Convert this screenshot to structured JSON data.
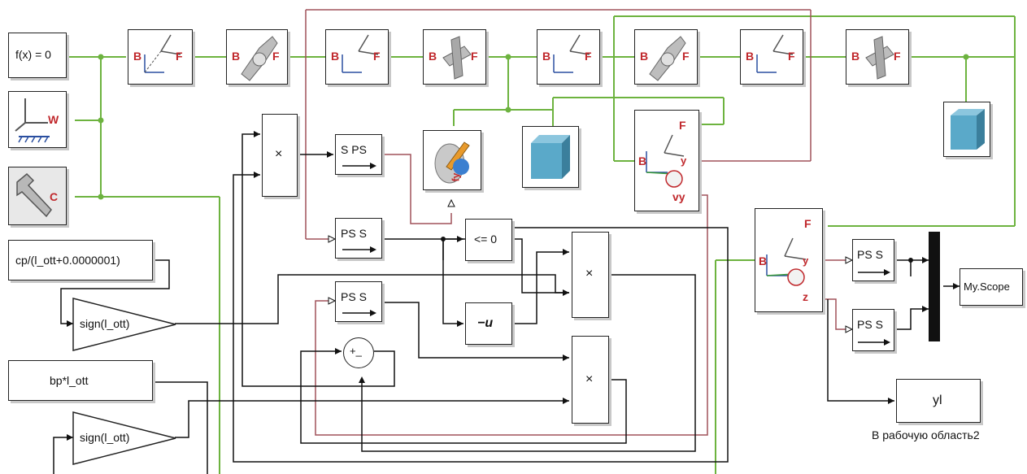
{
  "blocks": {
    "solver": "f(x) = 0",
    "world_port": "W",
    "config_port": "C",
    "const1": "cp/(l_ott+0.0000001)",
    "sign1": "sign(l_ott)",
    "const2": "bp*l_ott",
    "sign2": "sign(l_ott)",
    "port_b": "B",
    "port_f": "F",
    "product": "×",
    "ps_s": "PS S",
    "s_ps": "S PS",
    "compare": "<= 0",
    "gain": "−u",
    "sum_signs": "+_",
    "force_label": "fy",
    "sensor_vy": "vy",
    "sensor_y": "y",
    "sensor_z": "z",
    "scope": "My.Scope",
    "workspace_var": "yl",
    "workspace_caption": "В рабочую область2"
  },
  "colors": {
    "mech_line": "#6db33f",
    "signal_line": "#111111",
    "phys_line": "#a0525a",
    "port_text": "#c0282c",
    "solid": "#5aa9c9"
  }
}
